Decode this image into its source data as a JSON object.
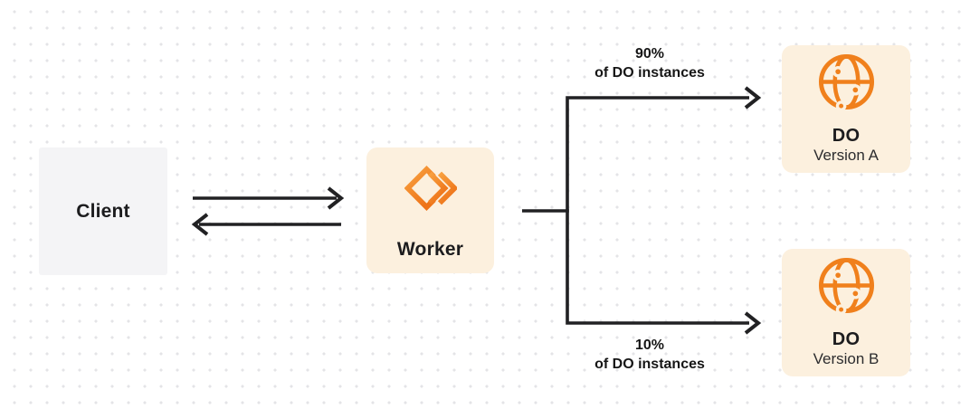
{
  "diagram": {
    "description": "Worker routing traffic between two Durable Object versions",
    "nodes": {
      "client": {
        "label": "Client"
      },
      "worker": {
        "label": "Worker",
        "icon": "workers-logo-icon"
      },
      "do_version_a": {
        "title": "DO",
        "subtitle": "Version A",
        "icon": "globe-icon"
      },
      "do_version_b": {
        "title": "DO",
        "subtitle": "Version B",
        "icon": "globe-icon"
      }
    },
    "edges": {
      "client_worker": {
        "type": "bidirectional-arrows"
      },
      "split_top": {
        "percent": "90%",
        "caption": "of DO instances",
        "target": "do_version_a"
      },
      "split_bottom": {
        "percent": "10%",
        "caption": "of DO instances",
        "target": "do_version_b"
      }
    },
    "colors": {
      "background": "#ffffff",
      "dot_grid": "#e4e4e7",
      "accent_orange": "#f48120",
      "accent_orange_light": "#f8a140",
      "accent_orange_dark": "#ee7318",
      "node_cream": "#fcf0de",
      "node_gray": "#f4f4f6",
      "line": "#212123",
      "text": "#1c1c1e"
    }
  }
}
